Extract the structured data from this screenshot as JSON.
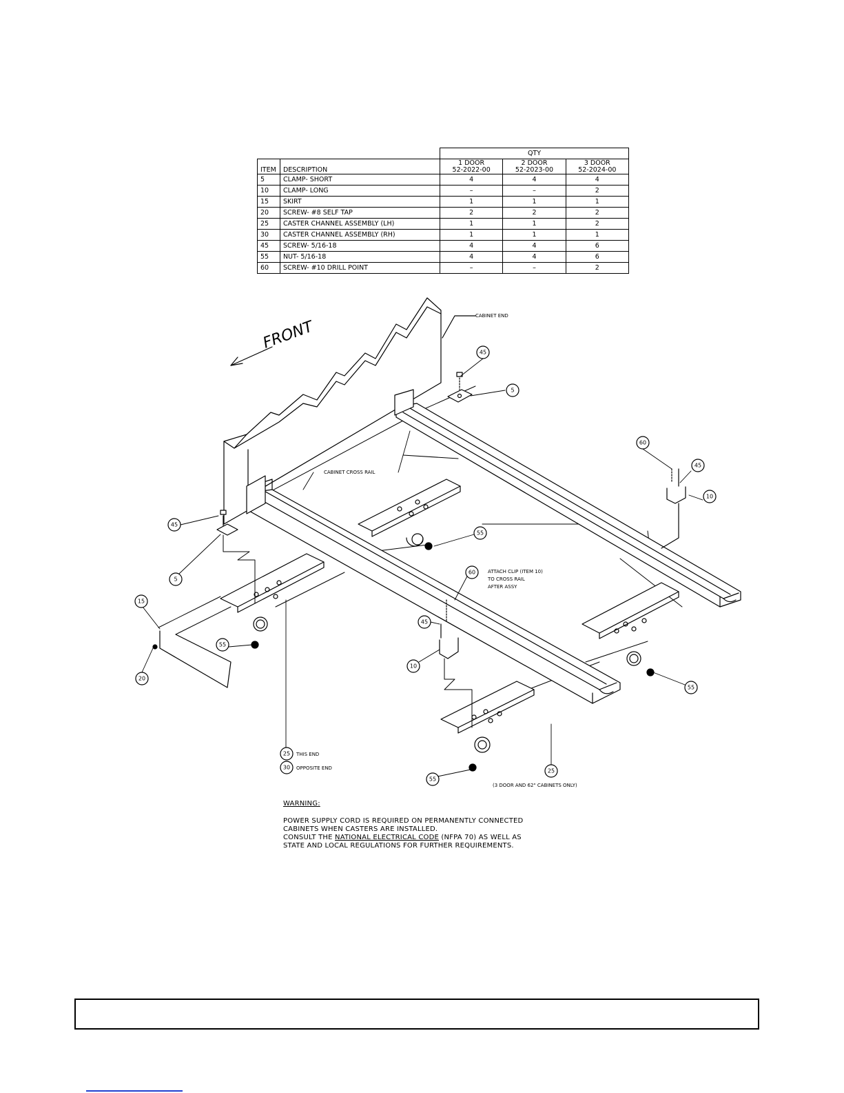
{
  "parts_table": {
    "qty_header": "QTY",
    "item_header": "ITEM",
    "description_header": "DESCRIPTION",
    "columns": [
      {
        "name": "1 DOOR",
        "part": "52-2022-00"
      },
      {
        "name": "2 DOOR",
        "part": "52-2023-00"
      },
      {
        "name": "3 DOOR",
        "part": "52-2024-00"
      }
    ],
    "rows": [
      {
        "item": "5",
        "desc": "CLAMP- SHORT",
        "q1": "4",
        "q2": "4",
        "q3": "4"
      },
      {
        "item": "10",
        "desc": "CLAMP- LONG",
        "q1": "–",
        "q2": "–",
        "q3": "2"
      },
      {
        "item": "15",
        "desc": "SKIRT",
        "q1": "1",
        "q2": "1",
        "q3": "1"
      },
      {
        "item": "20",
        "desc": "SCREW- #8 SELF TAP",
        "q1": "2",
        "q2": "2",
        "q3": "2"
      },
      {
        "item": "25",
        "desc": "CASTER CHANNEL ASSEMBLY (LH)",
        "q1": "1",
        "q2": "1",
        "q3": "2"
      },
      {
        "item": "30",
        "desc": "CASTER CHANNEL ASSEMBLY (RH)",
        "q1": "1",
        "q2": "1",
        "q3": "1"
      },
      {
        "item": "45",
        "desc": "SCREW- 5/16-18",
        "q1": "4",
        "q2": "4",
        "q3": "6"
      },
      {
        "item": "55",
        "desc": "NUT- 5/16-18",
        "q1": "4",
        "q2": "4",
        "q3": "6"
      },
      {
        "item": "60",
        "desc": "SCREW- #10 DRILL POINT",
        "q1": "–",
        "q2": "–",
        "q3": "2"
      }
    ]
  },
  "diagram": {
    "front_label": "FRONT",
    "cabinet_end": "CABINET END",
    "cabinet_cross_rail": "CABINET CROSS RAIL",
    "attach_note_1": "ATTACH CLIP (ITEM 10)",
    "attach_note_2": "TO CROSS RAIL",
    "attach_note_3": "AFTER ASSY",
    "this_end": "THIS END",
    "opposite_end": "OPPOSITE END",
    "three_door_note": "(3 DOOR AND 62\" CABINETS ONLY)",
    "callouts": {
      "c45a": "45",
      "c5a": "5",
      "c60a": "60",
      "c45b": "45",
      "c10a": "10",
      "c45c": "45",
      "c5b": "5",
      "c55a": "55",
      "c60b": "60",
      "c15": "15",
      "c55b": "55",
      "c20": "20",
      "c45d": "45",
      "c10b": "10",
      "c55c": "55",
      "c25a": "25",
      "c30": "30",
      "c55d": "55",
      "c25b": "25"
    }
  },
  "warning": {
    "title": "WARNING:",
    "line1": "POWER SUPPLY CORD IS REQUIRED ON PERMANENTLY CONNECTED",
    "line2": "CABINETS WHEN CASTERS ARE INSTALLED.",
    "line3_a": "CONSULT THE ",
    "line3_b": "NATIONAL ELECTRICAL CODE",
    "line3_c": " (NFPA 70) AS WELL AS",
    "line4": "STATE AND LOCAL REGULATIONS FOR FURTHER REQUIREMENTS."
  }
}
